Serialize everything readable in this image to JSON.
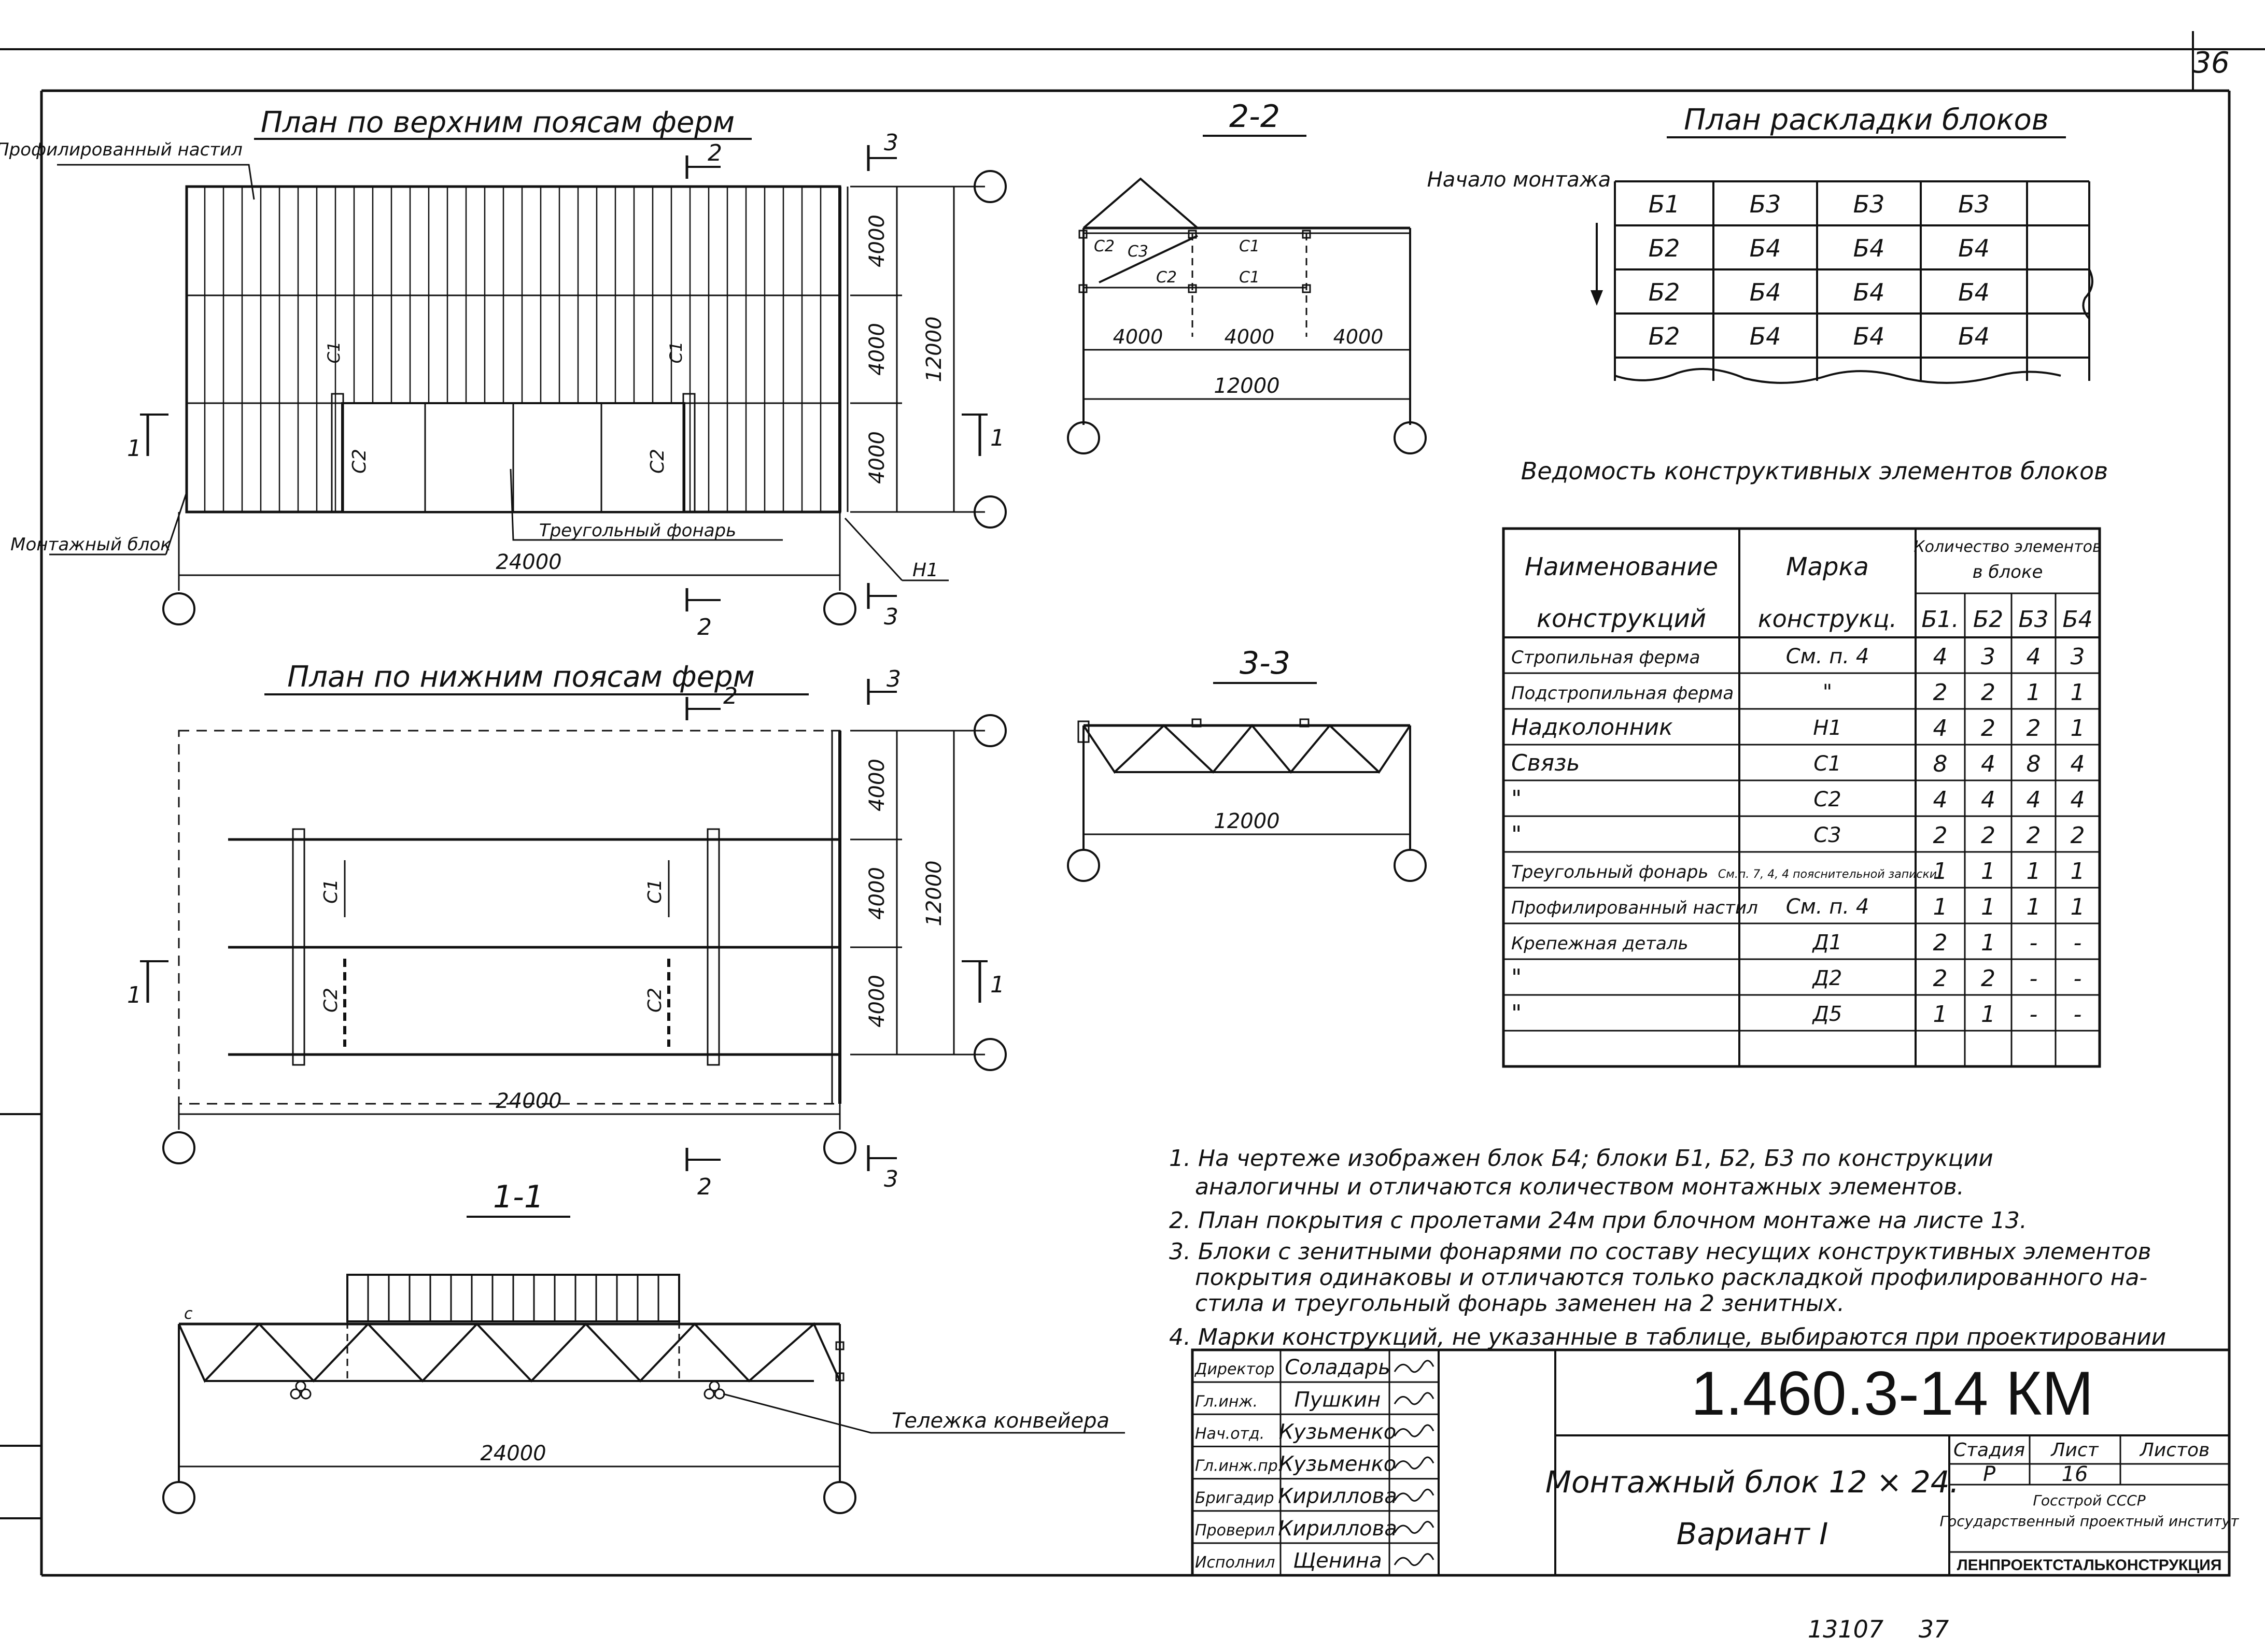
{
  "sheet": {
    "page_number": "36",
    "bottom_note": "13107",
    "bottom_page": "37"
  },
  "plan_top": {
    "title": "План по верхним поясам ферм",
    "label_deck": "Профилированный настил",
    "label_block": "Монтажный блок",
    "label_skylight": "Треугольный фонарь",
    "label_h1": "Н1",
    "dim_bays": [
      "4000",
      "4000",
      "4000"
    ],
    "dim_total_h": "12000",
    "dim_length": "24000",
    "section_marks": [
      "2",
      "3",
      "1"
    ],
    "c1": "С1",
    "c2": "С2"
  },
  "plan_bottom": {
    "title": "План по нижним поясам ферм",
    "dim_bays": [
      "4000",
      "4000",
      "4000"
    ],
    "dim_total_h": "12000",
    "dim_length": "24000",
    "section_marks": [
      "2",
      "3",
      "1"
    ],
    "c1": "С1",
    "c2": "С2"
  },
  "section_2_2": {
    "title": "2-2",
    "dims": [
      "4000",
      "4000",
      "4000"
    ],
    "total": "12000",
    "labels": [
      "С1",
      "С1",
      "С2",
      "С2",
      "С3"
    ]
  },
  "section_3_3": {
    "title": "3-3",
    "total": "12000"
  },
  "section_1_1": {
    "title": "1-1",
    "total": "24000",
    "label_c": "с",
    "label_conveyor": "Тележка конвейера"
  },
  "block_layout": {
    "title": "План раскладки блоков",
    "start_label": "Начало монтажа",
    "rows": [
      [
        "Б1",
        "Б3",
        "Б3",
        "Б3"
      ],
      [
        "Б2",
        "Б4",
        "Б4",
        "Б4"
      ],
      [
        "Б2",
        "Б4",
        "Б4",
        "Б4"
      ],
      [
        "Б2",
        "Б4",
        "Б4",
        "Б4"
      ]
    ]
  },
  "elements_table": {
    "title": "Ведомость конструктивных элементов блоков",
    "head_name": "Наименование конструкций",
    "head_mark": "Марка конструкц.",
    "head_qty": "Количество элементов в блоке",
    "head_blocks": [
      "Б1.",
      "Б2",
      "Б3",
      "Б4"
    ],
    "rows": [
      {
        "name": "Стропильная ферма",
        "mark": "См. п. 4",
        "q": [
          "4",
          "3",
          "4",
          "3"
        ]
      },
      {
        "name": "Подстропильная ферма",
        "mark": "\"",
        "q": [
          "2",
          "2",
          "1",
          "1"
        ]
      },
      {
        "name": "Надколонник",
        "mark": "Н1",
        "q": [
          "4",
          "2",
          "2",
          "1"
        ]
      },
      {
        "name": "Связь",
        "mark": "С1",
        "q": [
          "8",
          "4",
          "8",
          "4"
        ]
      },
      {
        "name": "\"",
        "mark": "С2",
        "q": [
          "4",
          "4",
          "4",
          "4"
        ]
      },
      {
        "name": "\"",
        "mark": "С3",
        "q": [
          "2",
          "2",
          "2",
          "2"
        ]
      },
      {
        "name": "Треугольный фонарь",
        "mark": "См.п. 7, 4, 4 пояснительной записки",
        "q": [
          "1",
          "1",
          "1",
          "1"
        ]
      },
      {
        "name": "Профилированный настил",
        "mark": "См. п. 4",
        "q": [
          "1",
          "1",
          "1",
          "1"
        ]
      },
      {
        "name": "Крепежная деталь",
        "mark": "Д1",
        "q": [
          "2",
          "1",
          "-",
          "-"
        ]
      },
      {
        "name": "\"",
        "mark": "Д2",
        "q": [
          "2",
          "2",
          "-",
          "-"
        ]
      },
      {
        "name": "\"",
        "mark": "Д5",
        "q": [
          "1",
          "1",
          "-",
          "-"
        ]
      },
      {
        "name": "",
        "mark": "",
        "q": [
          "",
          "",
          "",
          ""
        ]
      }
    ]
  },
  "notes": [
    "1. На чертеже изображен блок Б4; блоки Б1, Б2, Б3 по конструкции",
    "аналогичны и отличаются количеством монтажных элементов.",
    "2. План покрытия с пролетами 24м при блочном монтаже на листе 13.",
    "3. Блоки с зенитными фонарями по составу несущих конструктивных элементов",
    "покрытия одинаковы и отличаются только раскладкой профилированного на-",
    "стила и треугольный фонарь заменен на 2 зенитных.",
    "4. Марки конструкций, не указанные в таблице, выбираются при проектировании"
  ],
  "title_block": {
    "code": "1.460.3-14 КМ",
    "name_line1": "Монтажный блок 12 × 24.",
    "name_line2": "Вариант I",
    "stage_h": "Стадия",
    "sheet_h": "Лист",
    "sheets_h": "Листов",
    "stage": "Р",
    "sheet": "16",
    "org1": "Госстрой СССР",
    "org2": "Государственный проектный институт",
    "org3": "ЛЕНПРОЕКТСТАЛЬКОНСТРУКЦИЯ",
    "people": [
      {
        "role": "Директор",
        "name": "Соладарь"
      },
      {
        "role": "Гл.инж.",
        "name": "Пушкин"
      },
      {
        "role": "Нач.отд.",
        "name": "Кузьменко"
      },
      {
        "role": "Гл.инж.пр.",
        "name": "Кузьменко"
      },
      {
        "role": "Бригадир",
        "name": "Кириллова"
      },
      {
        "role": "Проверил",
        "name": "Кириллова"
      },
      {
        "role": "Исполнил",
        "name": "Щенина"
      }
    ]
  }
}
